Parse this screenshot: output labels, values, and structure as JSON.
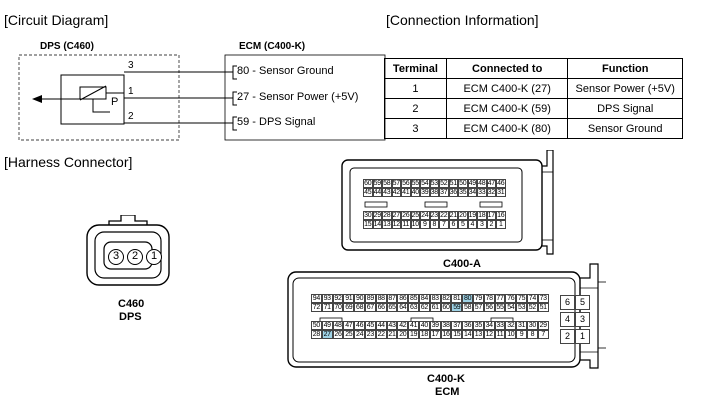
{
  "sections": {
    "circuit": "[Circuit Diagram]",
    "connection": "[Connection Information]",
    "harness": "[Harness Connector]"
  },
  "circuit": {
    "dps_label": "DPS (C460)",
    "ecm_label": "ECM (C400-K)",
    "pins_left": [
      "3",
      "1",
      "2"
    ],
    "sensor_letter": "P",
    "pins_right": [
      "80 - Sensor Ground",
      "27 - Sensor Power (+5V)",
      "59 - DPS Signal"
    ]
  },
  "table": {
    "headers": [
      "Terminal",
      "Connected to",
      "Function"
    ],
    "rows": [
      [
        "1",
        "ECM C400-K (27)",
        "Sensor Power (+5V)"
      ],
      [
        "2",
        "ECM C400-K (59)",
        "DPS Signal"
      ],
      [
        "3",
        "ECM C400-K (80)",
        "Sensor Ground"
      ]
    ]
  },
  "dps_connector": {
    "pins": [
      "3",
      "2",
      "1"
    ],
    "label1": "C460",
    "label2": "DPS"
  },
  "c400a": {
    "label": "C400-A",
    "rows": [
      [
        "60",
        "59",
        "58",
        "57",
        "56",
        "55",
        "54",
        "53",
        "52",
        "51",
        "50",
        "49",
        "48",
        "47",
        "46"
      ],
      [
        "45",
        "44",
        "43",
        "42",
        "41",
        "40",
        "39",
        "38",
        "37",
        "36",
        "35",
        "34",
        "33",
        "32",
        "31"
      ],
      [
        "30",
        "29",
        "28",
        "27",
        "26",
        "25",
        "24",
        "23",
        "22",
        "21",
        "20",
        "19",
        "18",
        "17",
        "16"
      ],
      [
        "15",
        "14",
        "13",
        "12",
        "11",
        "10",
        "9",
        "8",
        "7",
        "6",
        "5",
        "4",
        "3",
        "2",
        "1"
      ]
    ]
  },
  "c400k": {
    "label1": "C400-K",
    "label2": "ECM",
    "highlight_color": "#9fd3e6",
    "highlighted": [
      "80",
      "59",
      "27"
    ],
    "rows": [
      [
        "94",
        "93",
        "92",
        "91",
        "90",
        "89",
        "88",
        "87",
        "86",
        "85",
        "84",
        "83",
        "82",
        "81",
        "80",
        "79",
        "78",
        "77",
        "76",
        "75",
        "74",
        "73"
      ],
      [
        "72",
        "71",
        "70",
        "69",
        "68",
        "67",
        "66",
        "65",
        "64",
        "63",
        "62",
        "61",
        "60",
        "59",
        "58",
        "57",
        "56",
        "55",
        "54",
        "53",
        "52",
        "51"
      ],
      [
        "50",
        "49",
        "48",
        "47",
        "46",
        "45",
        "44",
        "43",
        "42",
        "41",
        "40",
        "39",
        "38",
        "37",
        "36",
        "35",
        "34",
        "33",
        "32",
        "31",
        "30",
        "29"
      ],
      [
        "28",
        "27",
        "26",
        "25",
        "24",
        "23",
        "22",
        "21",
        "20",
        "19",
        "18",
        "17",
        "16",
        "15",
        "14",
        "13",
        "12",
        "11",
        "10",
        "9",
        "8",
        "7"
      ]
    ],
    "side": [
      [
        "6",
        "5"
      ],
      [
        "4",
        "3"
      ],
      [
        "2",
        "1"
      ]
    ]
  }
}
